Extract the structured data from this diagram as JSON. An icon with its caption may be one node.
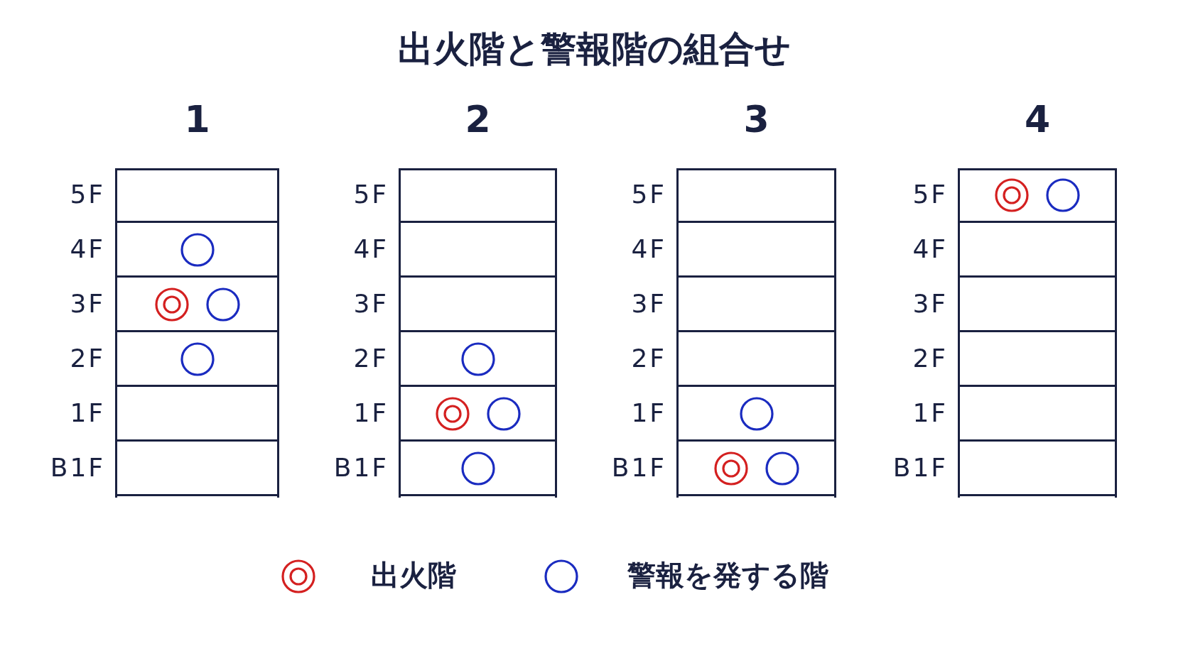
{
  "diagram": {
    "title": "出火階と警報階の組合せ",
    "nodes": [
      {
        "text": [
          "1"
        ]
      },
      {
        "text": [],
        "shape": "box",
        "in": 0,
        "beside": [
          "5F"
        ]
      },
      {
        "text": [],
        "shape": "box",
        "in": 0,
        "beside": [
          "4F"
        ]
      },
      {
        "text": [],
        "shape": "circle",
        "in": 2
      },
      {
        "text": [],
        "shape": "box",
        "in": 0,
        "beside": [
          "3F"
        ]
      },
      {
        "text": [],
        "shape": "bullseye",
        "in": 4
      },
      {
        "text": [],
        "shape": "circle",
        "in": 4
      },
      {
        "text": [],
        "shape": "box",
        "in": 0,
        "beside": [
          "2F"
        ]
      },
      {
        "text": [],
        "shape": "circle",
        "in": 7
      },
      {
        "text": [],
        "shape": "box",
        "in": 0,
        "beside": [
          "1F"
        ]
      },
      {
        "text": [],
        "shape": "box",
        "in": 0,
        "beside": [
          "B1F"
        ]
      },
      {
        "text": [
          "2"
        ]
      },
      {
        "text": [],
        "shape": "box",
        "in": 11,
        "beside": [
          "5F"
        ]
      },
      {
        "text": [],
        "shape": "box",
        "in": 11,
        "beside": [
          "4F"
        ]
      },
      {
        "text": [],
        "shape": "box",
        "in": 11,
        "beside": [
          "3F"
        ]
      },
      {
        "text": [],
        "shape": "box",
        "in": 11,
        "beside": [
          "2F"
        ]
      },
      {
        "text": [],
        "shape": "circle",
        "in": 15
      },
      {
        "text": [],
        "shape": "box",
        "in": 11,
        "beside": [
          "1F"
        ]
      },
      {
        "text": [],
        "shape": "bullseye",
        "in": 17
      },
      {
        "text": [],
        "shape": "circle",
        "in": 17
      },
      {
        "text": [],
        "shape": "box",
        "in": 11,
        "beside": [
          "B1F"
        ]
      },
      {
        "text": [],
        "shape": "circle",
        "in": 20
      },
      {
        "text": [
          "3"
        ]
      },
      {
        "text": [],
        "shape": "box",
        "in": 22,
        "beside": [
          "5F"
        ]
      },
      {
        "text": [],
        "shape": "box",
        "in": 22,
        "beside": [
          "4F"
        ]
      },
      {
        "text": [],
        "shape": "box",
        "in": 22,
        "beside": [
          "3F"
        ]
      },
      {
        "text": [],
        "shape": "box",
        "in": 22,
        "beside": [
          "2F"
        ]
      },
      {
        "text": [],
        "shape": "box",
        "in": 22,
        "beside": [
          "1F"
        ]
      },
      {
        "text": [],
        "shape": "circle",
        "in": 27
      },
      {
        "text": [],
        "shape": "box",
        "in": 22,
        "beside": [
          "B1F"
        ]
      },
      {
        "text": [],
        "shape": "bullseye",
        "in": 29
      },
      {
        "text": [],
        "shape": "circle",
        "in": 29
      },
      {
        "text": [
          "4"
        ]
      },
      {
        "text": [],
        "shape": "box",
        "in": 32,
        "beside": [
          "5F"
        ]
      },
      {
        "text": [],
        "shape": "bullseye",
        "in": 33
      },
      {
        "text": [],
        "shape": "circle",
        "in": 33
      },
      {
        "text": [],
        "shape": "box",
        "in": 32,
        "beside": [
          "4F"
        ]
      },
      {
        "text": [],
        "shape": "box",
        "in": 32,
        "beside": [
          "3F"
        ]
      },
      {
        "text": [],
        "shape": "box",
        "in": 32,
        "beside": [
          "2F"
        ]
      },
      {
        "text": [],
        "shape": "box",
        "in": 32,
        "beside": [
          "1F"
        ]
      },
      {
        "text": [],
        "shape": "box",
        "in": 32,
        "beside": [
          "B1F"
        ]
      }
    ],
    "legend": [
      {
        "text": "出火階"
      },
      {
        "text": "警報を発する階"
      }
    ]
  }
}
